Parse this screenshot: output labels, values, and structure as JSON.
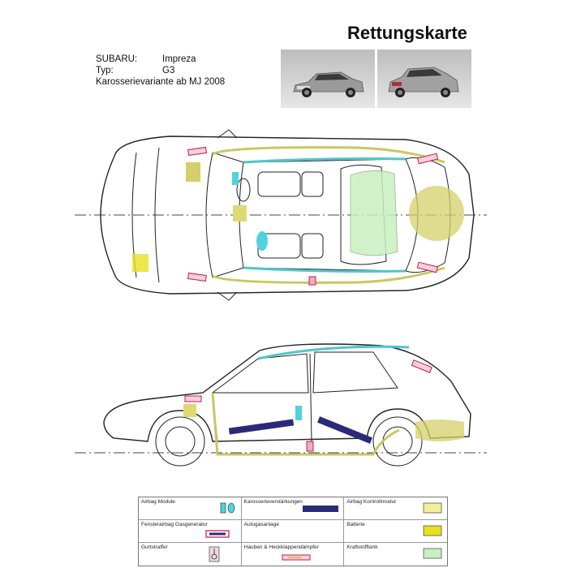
{
  "header": {
    "title": "Rettungskarte"
  },
  "vehicle": {
    "make_label": "SUBARU:",
    "make_value": "Impreza",
    "type_label": "Typ:",
    "type_value": "G3",
    "variant": "Karosserievariante ab MJ 2008"
  },
  "colors": {
    "airbag": "#4fd3de",
    "reinforcement": "#2a2a7a",
    "control_module": "#f3ee9a",
    "battery": "#e8e020",
    "tank": "#c8f0c0",
    "gas_generator": "#d83060",
    "gas_spring": "#c81848",
    "airbag_track": "#4fc6c8",
    "fuel_line": "#c8c860",
    "outline": "#222222"
  },
  "legend": [
    {
      "label": "Airbag Module",
      "icon": "airbag-module-icon"
    },
    {
      "label": "Karosserieverstärkungen",
      "icon": "body-reinforcement-icon"
    },
    {
      "label": "Airbag Kontrollmodul",
      "icon": "airbag-control-module-icon"
    },
    {
      "label": "Fensterairbag Gasgenerator",
      "icon": "window-airbag-generator-icon"
    },
    {
      "label": "Autogasanlage",
      "icon": "lpg-system-icon"
    },
    {
      "label": "Batterie",
      "icon": "battery-icon"
    },
    {
      "label": "Gurtstraffer",
      "icon": "seatbelt-pretensioner-icon"
    },
    {
      "label": "Hauben & Heckklappendämpfer",
      "icon": "hood-tailgate-damper-icon"
    },
    {
      "label": "Kraftstofftank",
      "icon": "fuel-tank-icon"
    }
  ]
}
